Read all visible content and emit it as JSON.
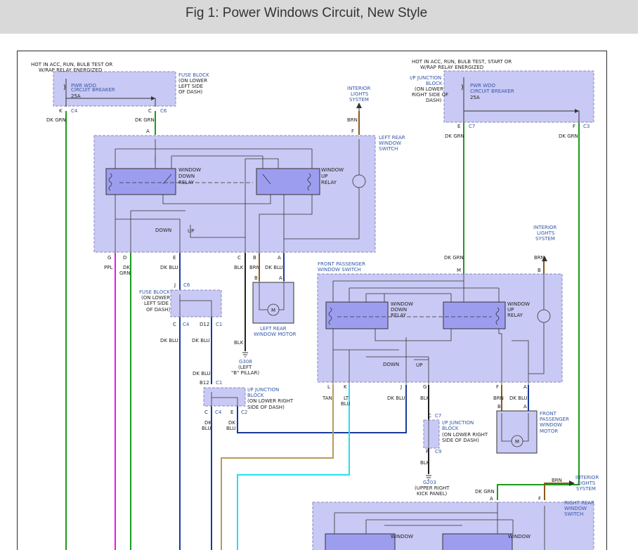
{
  "header": {
    "title": "Fig 1: Power Windows Circuit, New Style"
  },
  "colors": {
    "box_fill": "#c9c9f5",
    "box_stroke": "#8a8ac0",
    "relay_fill": "#9d9df0",
    "wire_dk_grn": "#1c9a1c",
    "wire_ppl": "#ee11ee",
    "wire_dk_blu": "#1a3a9a",
    "wire_tan": "#b89a5a",
    "wire_lt_blu": "#22e0ee",
    "wire_brn": "#8a5a1a",
    "wire_blk": "#222222",
    "label_blue": "#3557a6"
  },
  "labels": {
    "hot_left_1": "HOT IN ACC, RUN, BULB TEST OR",
    "hot_left_2": "W/RAP RELAY ENERGIZED",
    "hot_right_1": "HOT IN ACC, RUN, BULB TEST, START OR",
    "hot_right_2": "W/RAP RELAY ENERGIZED",
    "fuse_block_1": "FUSE BLOCK",
    "fuse_block_1b": "(ON LOWER",
    "fuse_block_1c": "LEFT SIDE",
    "fuse_block_1d": "OF DASH)",
    "pwr_wdo_1": "PWR WDO",
    "cb_1": "CIRCUIT BREAKER",
    "amp_1": "25A",
    "ipj_top_1": "I/P JUNCTION",
    "ipj_top_2": "BLOCK",
    "ipj_top_3": "(ON LOWER",
    "ipj_top_4": "RIGHT SIDE OF",
    "ipj_top_5": "DASH)",
    "pwr_wdo_2": "PWR WDO",
    "cb_2": "CIRCUIT BREAKER",
    "amp_2": "25A",
    "interior_1a": "INTERIOR",
    "interior_1b": "LIGHTS",
    "interior_1c": "SYSTEM",
    "interior_2a": "INTERIOR",
    "interior_2b": "LIGHTS",
    "interior_2c": "SYSTEM",
    "interior_3a": "INTERIOR",
    "interior_3b": "LIGHTS",
    "interior_3c": "SYSTEM",
    "dk_grn": "DK GRN",
    "brn": "BRN",
    "pin_k": "K",
    "pin_c": "C",
    "pin_a": "A",
    "pin_f": "F",
    "pin_e": "E",
    "conn_c4": "C4",
    "conn_c6": "C6",
    "conn_c7": "C7",
    "conn_c3": "C3",
    "lrws_1": "LEFT REAR",
    "lrws_2": "WINDOW",
    "lrws_3": "SWITCH",
    "wdr_1": "WINDOW",
    "wdr_2": "DOWN",
    "wdr_3": "RELAY",
    "wur_1": "WINDOW",
    "wur_2": "UP",
    "wur_3": "RELAY",
    "down": "DOWN",
    "up": "UP",
    "pin_g": "G",
    "pin_d": "D",
    "pin_b": "B",
    "ppl": "PPL",
    "dk": "DK",
    "grn": "GRN",
    "dk_blu": "DK BLU",
    "blk": "BLK",
    "fuse_block_2": "FUSE BLOCK",
    "fuse_block_2b": "(ON LOWER",
    "fuse_block_2c": "LEFT SIDE",
    "fuse_block_2d": "OF DASH)",
    "pin_j": "J",
    "pin_d12": "D12",
    "conn_c1": "C1",
    "lrwm_1": "LEFT REAR",
    "lrwm_2": "WINDOW MOTOR",
    "g308": "G308",
    "g308_b": "(LEFT",
    "g308_c": "\"B\" PILLAR)",
    "pin_b12": "B12",
    "ipj_mid_1": "I/P JUNCTION",
    "ipj_mid_2": "BLOCK",
    "ipj_mid_3": "(ON LOWER RIGHT",
    "ipj_mid_4": "SIDE OF DASH)",
    "conn_c2": "C2",
    "blu": "BLU",
    "fpws_1": "FRONT PASSENGER",
    "fpws_2": "WINDOW SWITCH",
    "pin_m": "M",
    "pin_l": "L",
    "tan": "TAN",
    "lt": "LT",
    "ipj_low_1": "I/P JUNCTION",
    "ipj_low_2": "BLOCK",
    "ipj_low_3": "(ON LOWER RIGHT",
    "ipj_low_4": "SIDE OF DASH)",
    "conn_c9": "C9",
    "g203": "G203",
    "g203_b": "(UPPER RIGHT",
    "g203_c": "KICK PANEL)",
    "fpwm_1": "FRONT",
    "fpwm_2": "PASSENGER",
    "fpwm_3": "WINDOW",
    "fpwm_4": "MOTOR",
    "rrws_1": "RIGHT REAR",
    "rrws_2": "WINDOW",
    "rrws_3": "SWITCH",
    "window": "WINDOW",
    "motor_m": "M"
  }
}
